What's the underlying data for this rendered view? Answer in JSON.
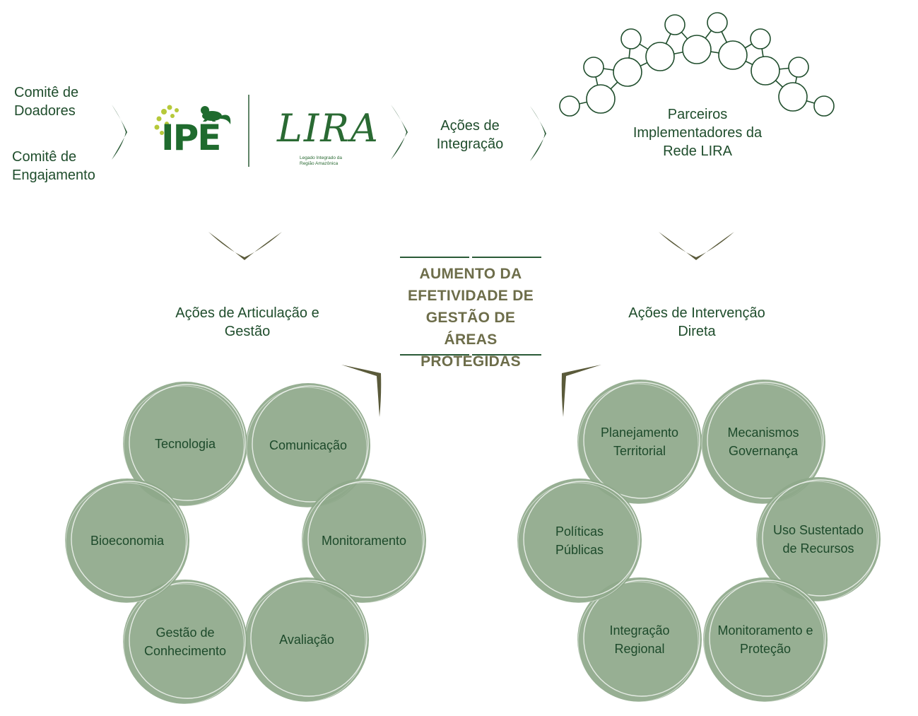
{
  "top": {
    "committees": [
      "Comitê de Doadores",
      "Comitê de Engajamento"
    ],
    "logo_ipe": "IPÊ",
    "logo_lira": "LIRA",
    "logo_lira_sub": "Legado Integrado da Região Amazônica",
    "integration": "Ações de Integração",
    "partners": "Parceiros Implementadores da Rede LIRA"
  },
  "center": {
    "title": "AUMENTO DA EFETIVIDADE DE GESTÃO DE ÁREAS PROTEGIDAS"
  },
  "left_group": {
    "title": "Ações de Articulação e Gestão",
    "items": [
      "Tecnologia",
      "Comunicação",
      "Monitoramento",
      "Avaliação",
      "Gestão de Conhecimento",
      "Bioeconomia"
    ]
  },
  "right_group": {
    "title": "Ações de Intervenção Direta",
    "items": [
      "Planejamento Territorial",
      "Mecanismos Governança",
      "Uso Sustentado de Recursos",
      "Monitoramento e Proteção",
      "Integração Regional",
      "Políticas Públicas"
    ]
  },
  "colors": {
    "circle_fill": "#8ea88a",
    "circle_overlap": "#5e8a63",
    "dark_green": "#1f4d2c",
    "olive": "#6d6d4a"
  }
}
